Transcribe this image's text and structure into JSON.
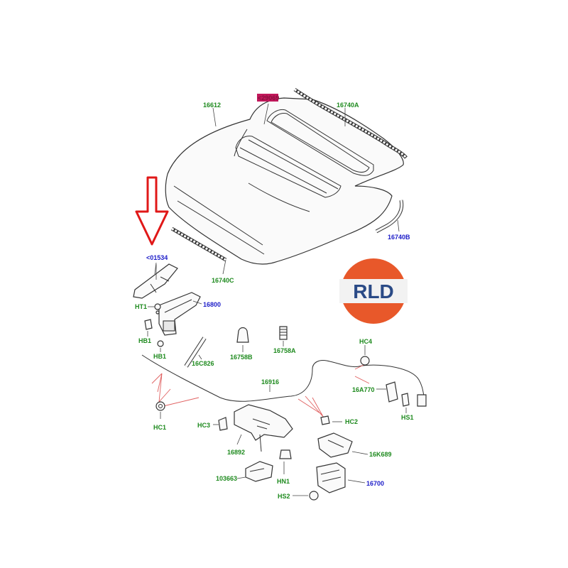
{
  "labels": {
    "l16612": "16612",
    "l29069": "<29069",
    "l16740a": "16740A",
    "l16740b": "16740B",
    "l16740c": "16740C",
    "l01534": "<01534",
    "l16800": "16800",
    "ht1": "HT1",
    "hb1a": "HB1",
    "hb1b": "HB1",
    "l16c826": "16C826",
    "l16758b": "16758B",
    "l16758a": "16758A",
    "hc4": "HC4",
    "l16916": "16916",
    "l16a770": "16A770",
    "hs1": "HS1",
    "hc1": "HC1",
    "hc3": "HC3",
    "hc2": "HC2",
    "l16892": "16892",
    "l16k689": "16K689",
    "l103663": "103663",
    "hn1": "HN1",
    "l16700": "16700",
    "hs2": "HS2"
  },
  "logo": {
    "text": "RLD",
    "top_color": "#e8582a",
    "bottom_color": "#e8582a",
    "band_color": "#f2f2f2",
    "text_color": "#2a4a86"
  },
  "arrow": {
    "color": "#e01818"
  },
  "colors": {
    "green": "#1e8a1e",
    "blue": "#1c1cc8",
    "highlight": "#c2185b"
  }
}
